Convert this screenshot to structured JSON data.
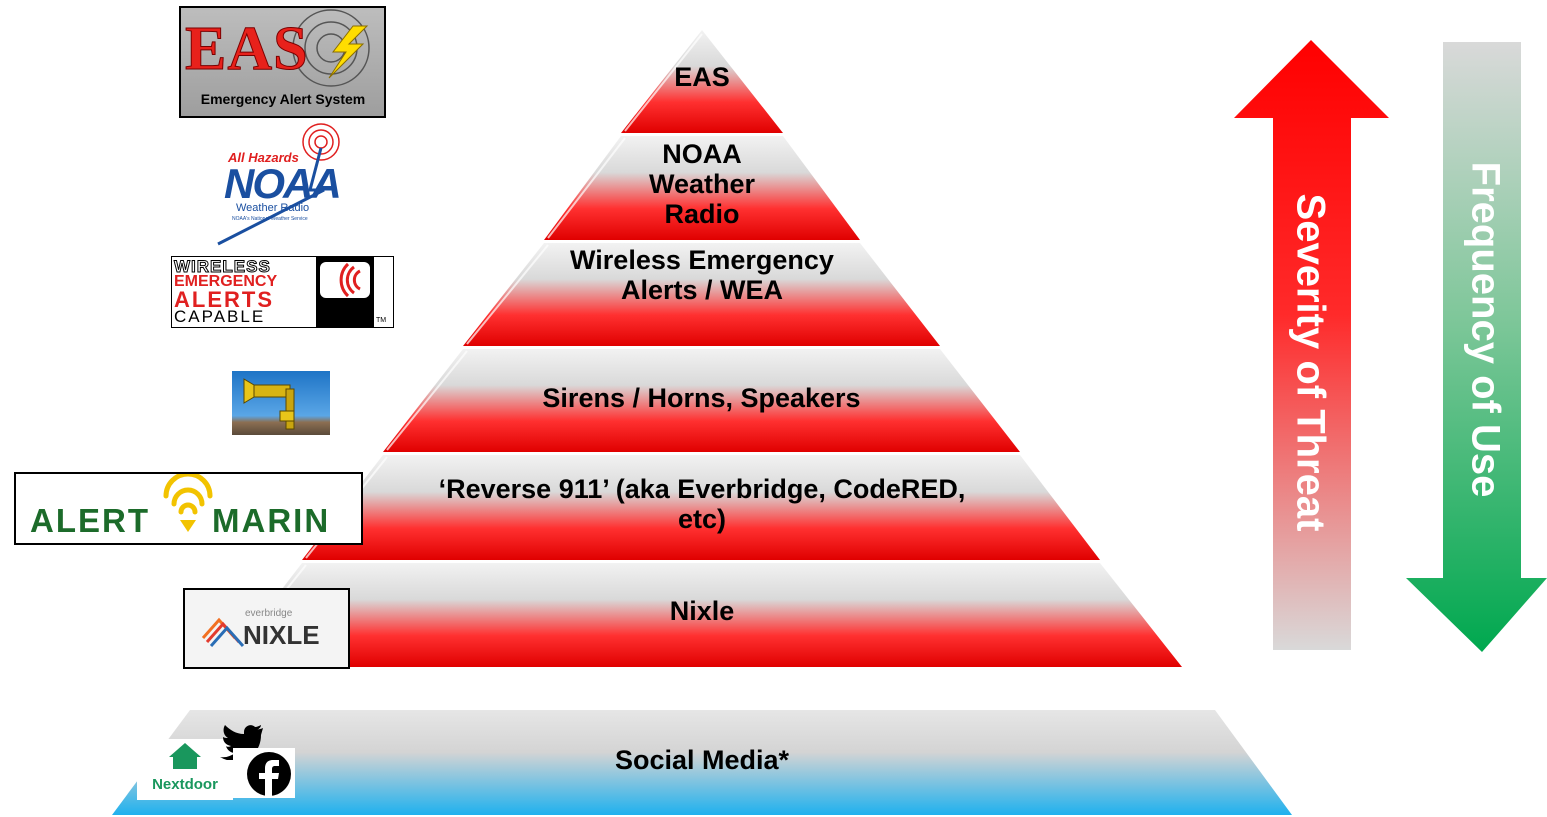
{
  "tiers": [
    {
      "label": "EAS"
    },
    {
      "label": "NOAA Weather Radio"
    },
    {
      "label": "Wireless Emergency Alerts / WEA"
    },
    {
      "label": "Sirens / Horns, Speakers"
    },
    {
      "label": "‘Reverse 911’ (aka Everbridge, CodeRED, etc)"
    },
    {
      "label": "Nixle"
    }
  ],
  "base_tier": {
    "label": "Social Media*"
  },
  "arrows": {
    "severity": {
      "label": "Severity of Threat",
      "color": "#ff0000",
      "direction": "up"
    },
    "frequency": {
      "label": "Frequency of Use",
      "color": "#00a84f",
      "direction": "down"
    }
  },
  "logos": {
    "eas": {
      "title": "EAS",
      "subtitle": "Emergency Alert System"
    },
    "noaa": {
      "top": "All Hazards",
      "title": "NOAA",
      "sub1": "Weather Radio",
      "sub2": "NOAA's National Weather Service"
    },
    "wea": {
      "line1": "WIRELESS",
      "line2": "EMERGENCY",
      "line3": "ALERTS",
      "line4": "CAPABLE",
      "tm": "TM"
    },
    "siren": {
      "icon": "siren-photo"
    },
    "alert_marin": {
      "left": "ALERT",
      "right": "MARIN"
    },
    "nixle": {
      "small": "everbridge",
      "title": "NIXLE"
    },
    "nextdoor": {
      "label": "Nextdoor"
    },
    "twitter": {
      "icon": "twitter-icon"
    },
    "facebook": {
      "icon": "facebook-icon"
    }
  },
  "colors": {
    "red": "#ff0000",
    "blue": "#29b6f0",
    "green": "#00a84f",
    "grey": "#d9d9d9"
  }
}
